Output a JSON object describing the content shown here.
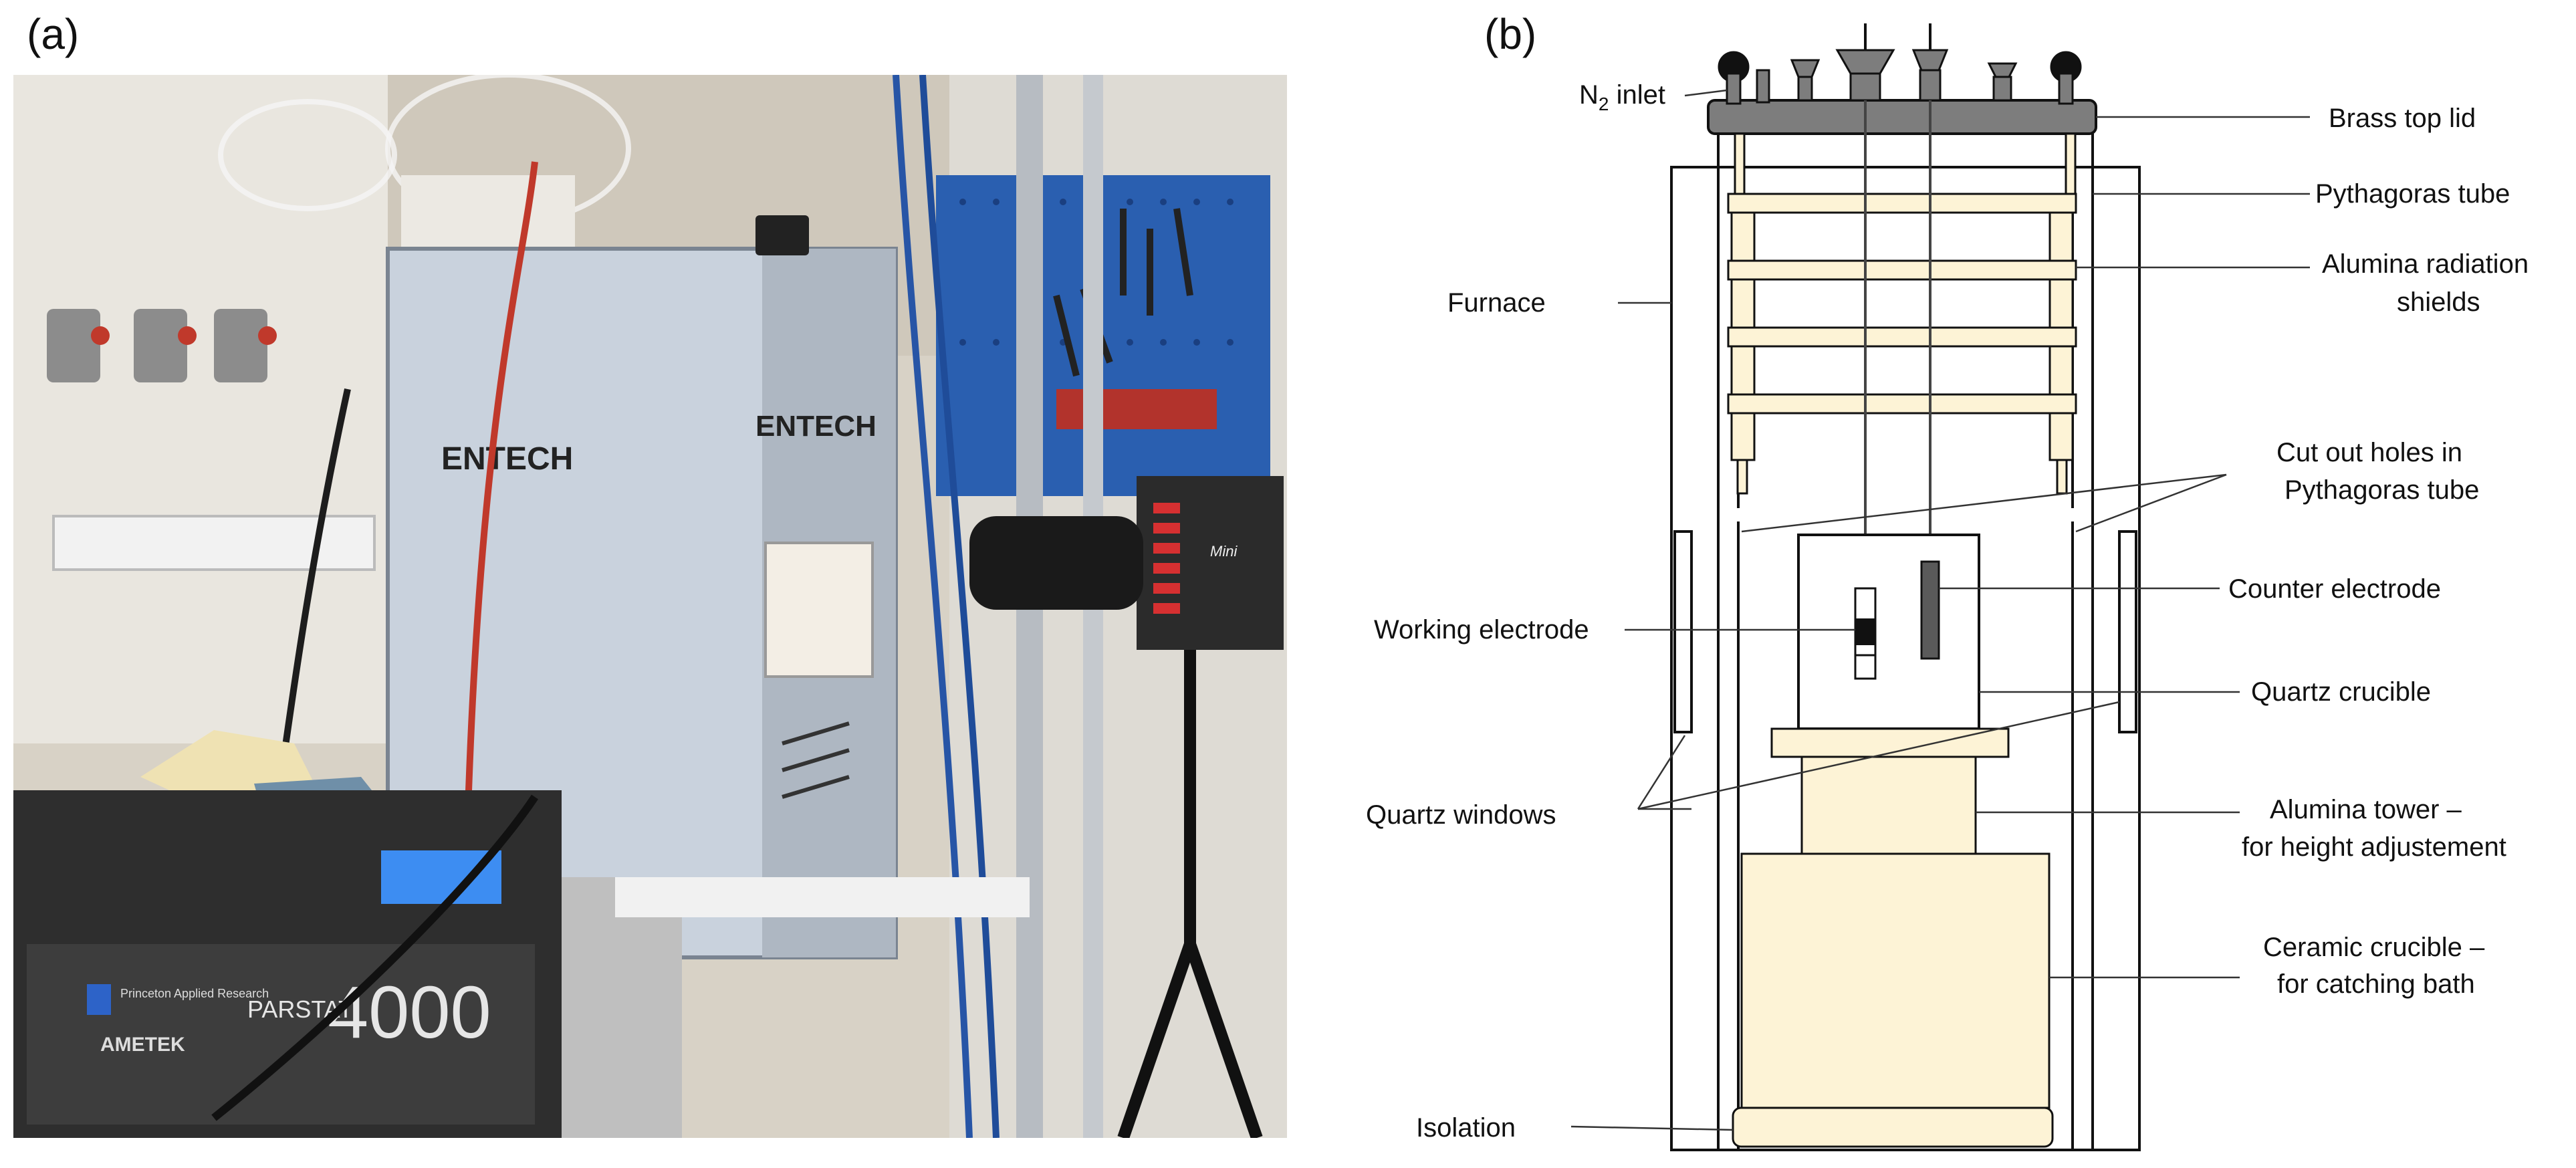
{
  "panels": {
    "a_label": "(a)",
    "b_label": "(b)"
  },
  "photo": {
    "furnace_brand_1": "ENTECH",
    "furnace_brand_2": "ENTECH",
    "instrument_model": "PARSTAT",
    "instrument_number": "4000",
    "instrument_maker": "AMETEK",
    "instrument_maker_2": "Princeton Applied Research",
    "camera_model": "Mini"
  },
  "diagram": {
    "labels": {
      "n2_inlet_main": "N",
      "n2_inlet_sub": "2",
      "n2_inlet_tail": " inlet",
      "brass_top_lid": "Brass top lid",
      "pythagoras_tube": "Pythagoras tube",
      "alumina_radiation_1": "Alumina radiation",
      "alumina_radiation_2": "shields",
      "furnace": "Furnace",
      "cut_out_1": "Cut out holes in",
      "cut_out_2": "Pythagoras tube",
      "counter_electrode": "Counter electrode",
      "working_electrode": "Working electrode",
      "quartz_crucible": "Quartz crucible",
      "quartz_windows": "Quartz windows",
      "alumina_tower_1": "Alumina tower –",
      "alumina_tower_2": "for height adjustement",
      "ceramic_crucible_1": "Ceramic crucible –",
      "ceramic_crucible_2": "for catching bath",
      "isolation": "Isolation"
    },
    "colors": {
      "ceramic": "#fdf3d6",
      "lid": "#7d7d7d",
      "outline": "#111111"
    }
  }
}
